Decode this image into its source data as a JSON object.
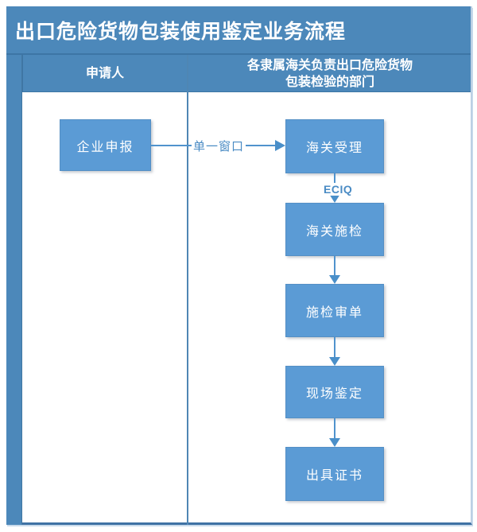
{
  "page": {
    "title": "出口危险货物包装使用鉴定业务流程"
  },
  "columns": {
    "applicant_header": "申请人",
    "customs_header_line1": "各隶属海关负责出口危险货物",
    "customs_header_line2": "包装检验的部门"
  },
  "flow": {
    "applicant_step": "企业申报",
    "steps": [
      "海关受理",
      "海关施检",
      "施检审单",
      "现场鉴定",
      "出具证书"
    ],
    "connector_labels": {
      "single_window": "单一窗口",
      "eciq": "ECIQ"
    }
  },
  "colors": {
    "band_blue": "#4c88ba",
    "box_blue": "#5b9bd5",
    "line_blue": "#5093cd",
    "divider_blue": "#4f86b4",
    "bottom_border": "#3f72a4",
    "text_white": "#ffffff"
  }
}
